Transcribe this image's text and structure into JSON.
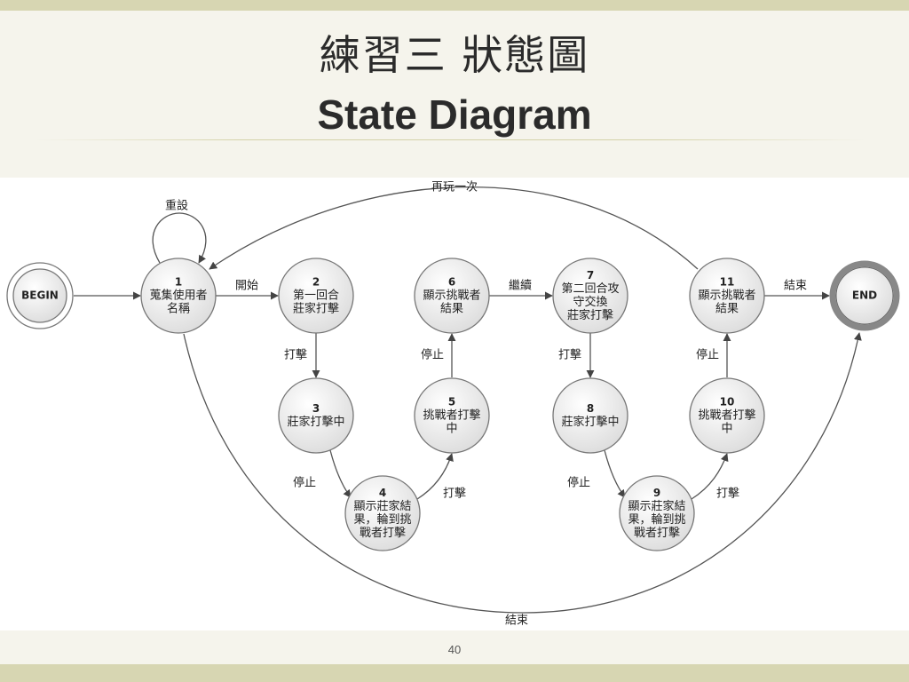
{
  "slide": {
    "title_zh": "練習三 狀態圖",
    "title_en": "State Diagram",
    "page_number": "40"
  },
  "diagram": {
    "states": [
      {
        "id": "begin",
        "lines": [
          "BEGIN"
        ]
      },
      {
        "id": "s1",
        "lines": [
          "1",
          "蒐集使用者",
          "名稱"
        ]
      },
      {
        "id": "s2",
        "lines": [
          "2",
          "第一回合",
          "莊家打擊"
        ]
      },
      {
        "id": "s3",
        "lines": [
          "3",
          "莊家打擊中"
        ]
      },
      {
        "id": "s4",
        "lines": [
          "4",
          "顯示莊家結",
          "果，輪到挑",
          "戰者打擊"
        ]
      },
      {
        "id": "s5",
        "lines": [
          "5",
          "挑戰者打擊",
          "中"
        ]
      },
      {
        "id": "s6",
        "lines": [
          "6",
          "顯示挑戰者",
          "結果"
        ]
      },
      {
        "id": "s7",
        "lines": [
          "7",
          "第二回合攻",
          "守交換",
          "莊家打擊"
        ]
      },
      {
        "id": "s8",
        "lines": [
          "8",
          "莊家打擊中"
        ]
      },
      {
        "id": "s9",
        "lines": [
          "9",
          "顯示莊家結",
          "果，輪到挑",
          "戰者打擊"
        ]
      },
      {
        "id": "s10",
        "lines": [
          "10",
          "挑戰者打擊",
          "中"
        ]
      },
      {
        "id": "s11",
        "lines": [
          "11",
          "顯示挑戰者",
          "結果"
        ]
      },
      {
        "id": "end",
        "lines": [
          "END"
        ]
      }
    ],
    "transitions": [
      {
        "id": "t-begin-1",
        "label": ""
      },
      {
        "id": "t-1-self",
        "label": "重設"
      },
      {
        "id": "t-1-2",
        "label": "開始"
      },
      {
        "id": "t-2-3",
        "label": "打擊"
      },
      {
        "id": "t-3-4",
        "label": "停止"
      },
      {
        "id": "t-4-5",
        "label": "打擊"
      },
      {
        "id": "t-5-6",
        "label": "停止"
      },
      {
        "id": "t-6-7",
        "label": "繼續"
      },
      {
        "id": "t-7-8",
        "label": "打擊"
      },
      {
        "id": "t-8-9",
        "label": "停止"
      },
      {
        "id": "t-9-10",
        "label": "打擊"
      },
      {
        "id": "t-10-11",
        "label": "停止"
      },
      {
        "id": "t-11-end",
        "label": "結束"
      },
      {
        "id": "t-11-1",
        "label": "再玩一次"
      },
      {
        "id": "t-1-end",
        "label": "結束"
      }
    ]
  }
}
